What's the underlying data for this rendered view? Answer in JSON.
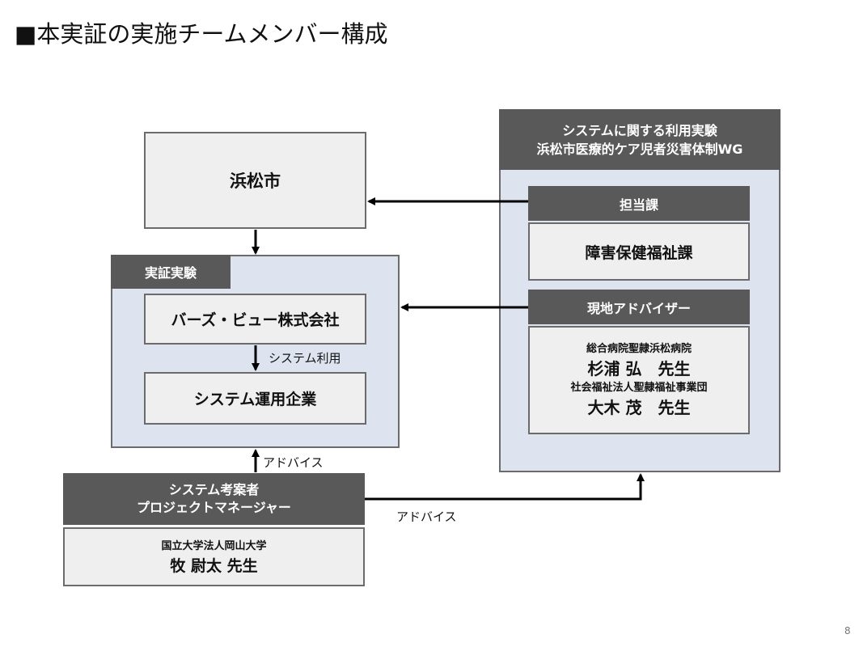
{
  "slide": {
    "title": "■本実証の実施チームメンバー構成",
    "page_number": "8"
  },
  "hamamatsu": {
    "label": "浜松市"
  },
  "demo": {
    "tag": "実証実験",
    "birds_view": "バーズ・ビュー株式会社",
    "system_ops": "システム運用企業",
    "use_label": "システム利用"
  },
  "wg": {
    "header_line1": "システムに関する利用実験",
    "header_line2": "浜松市医療的ケア児者災害体制WG",
    "section_tantou": "担当課",
    "tantou_name": "障害保健福祉課",
    "section_advisor": "現地アドバイザー",
    "advisor1_org": "総合病院聖隷浜松病院",
    "advisor1_name": "杉浦 弘　先生",
    "advisor2_org": "社会福祉法人聖隷福祉事業団",
    "advisor2_name": "大木 茂　先生"
  },
  "pm": {
    "header_line1": "システム考案者",
    "header_line2": "プロジェクトマネージャー",
    "org": "国立大学法人岡山大学",
    "name": "牧 尉太 先生"
  },
  "labels": {
    "advice_up": "アドバイス",
    "advice_right": "アドバイス"
  }
}
